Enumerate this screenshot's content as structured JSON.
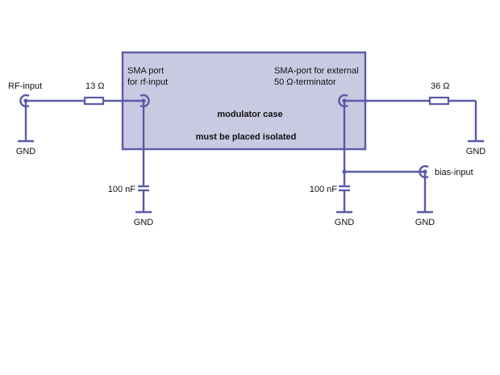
{
  "colors": {
    "wire": "#5a5aa8",
    "case_fill": "#c9c9e2",
    "case_stroke": "#5a5aa8"
  },
  "case": {
    "title": "modulator case",
    "note": "must be placed isolated"
  },
  "labels": {
    "rf_input": "RF-input",
    "r1": "13 Ω",
    "r2": "36 Ω",
    "sma_in_line1": "SMA port",
    "sma_in_line2": "for rf-input",
    "sma_out_line1": "SMA-port for external",
    "sma_out_line2": "50 Ω-terminator",
    "c1": "100 nF",
    "c2": "100 nF",
    "bias_input": "bias-input",
    "gnd": "GND"
  }
}
